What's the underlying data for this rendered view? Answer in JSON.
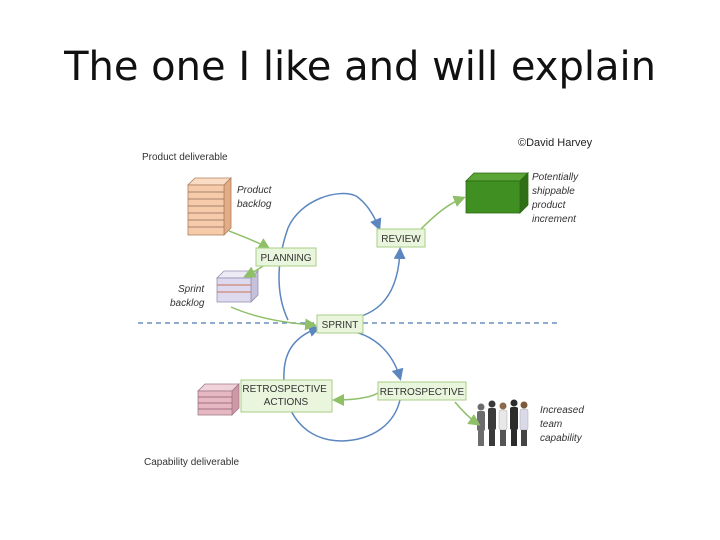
{
  "title": "The one I like and will explain",
  "copyright": "©David Harvey",
  "diagram": {
    "product_deliverable": "Product deliverable",
    "capability_deliverable": "Capability deliverable",
    "product_backlog": [
      "Product",
      "backlog"
    ],
    "sprint_backlog": [
      "Sprint",
      "backlog"
    ],
    "potentially_shippable": [
      "Potentially",
      "shippable",
      "product",
      "increment"
    ],
    "increased_capability": [
      "Increased",
      "team",
      "capability"
    ],
    "boxes": {
      "planning": "PLANNING",
      "review": "REVIEW",
      "sprint": "SPRINT",
      "retrospective": "RETROSPECTIVE",
      "retro_actions": [
        "RETROSPECTIVE",
        "ACTIONS"
      ]
    },
    "colors": {
      "product_backlog": "#f6cba9",
      "sprint_backlog": "#ddd9ef",
      "retro_actions_stack": "#e6b8c3",
      "increment": "#3f8f22",
      "box_fill": "#e9f5dc",
      "box_stroke": "#a9cf86",
      "cycle_arrow": "#5b86c0",
      "flow_arrow": "#8fbf67",
      "divider": "#6a8fc4"
    },
    "icons": [
      "stack-icon",
      "cube-icon",
      "people-icon"
    ]
  }
}
